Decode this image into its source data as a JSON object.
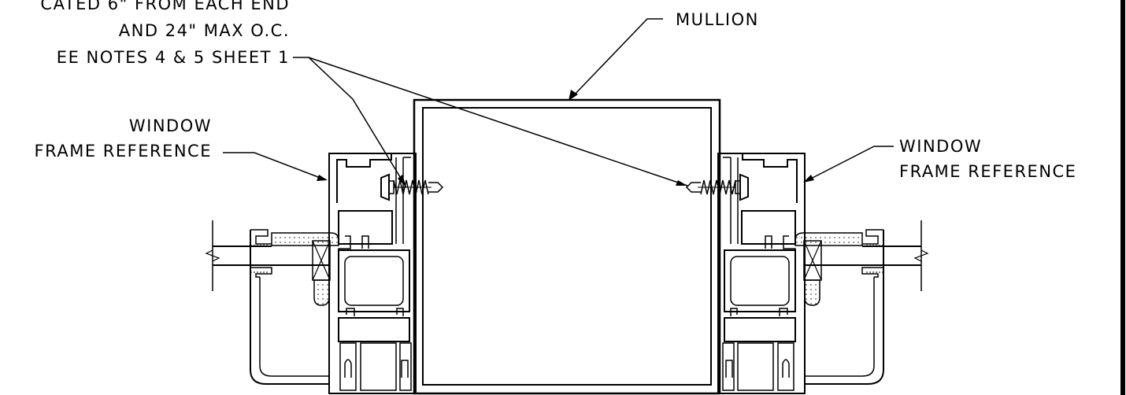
{
  "labels": {
    "fastener_line1": "CATED 6\" FROM EACH END",
    "fastener_line2": "AND 24\" MAX O.C.",
    "fastener_line3": "EE NOTES 4 & 5 SHEET 1",
    "mullion": "MULLION",
    "left_frame_line1": "WINDOW",
    "left_frame_line2": "FRAME REFERENCE",
    "right_frame_line1": "WINDOW",
    "right_frame_line2": "FRAME REFERENCE"
  },
  "colors": {
    "line": "#000000",
    "background": "#ffffff"
  }
}
